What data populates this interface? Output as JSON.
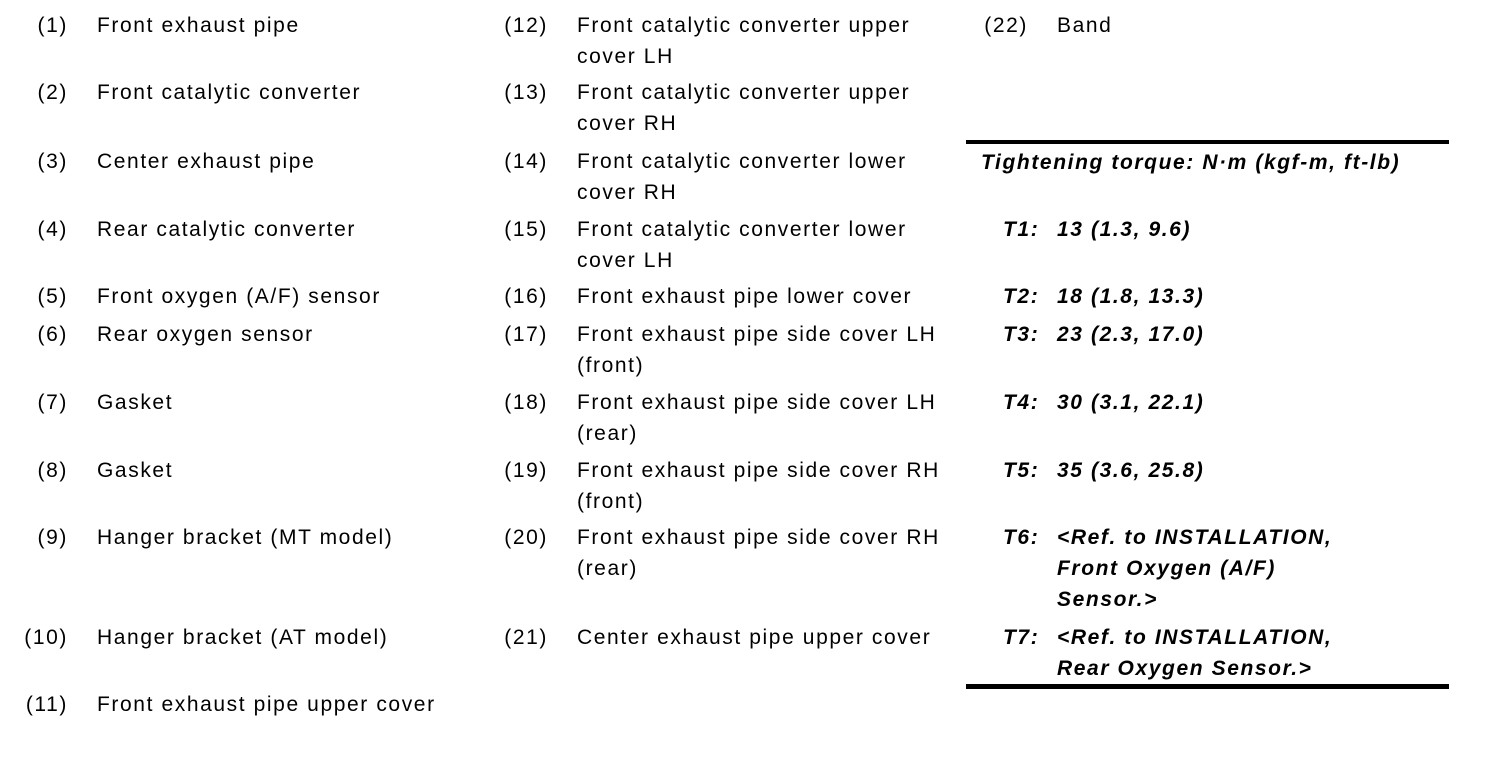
{
  "page": {
    "background_color": "#ffffff",
    "text_color": "#000000"
  },
  "parts_legend": {
    "col1": [
      {
        "num": "(1)",
        "lines": [
          "Front exhaust pipe"
        ]
      },
      {
        "num": "(2)",
        "lines": [
          "Front catalytic converter"
        ]
      },
      {
        "num": "(3)",
        "lines": [
          "Center exhaust pipe"
        ]
      },
      {
        "num": "(4)",
        "lines": [
          "Rear catalytic converter"
        ]
      },
      {
        "num": "(5)",
        "lines": [
          "Front oxygen (A/F) sensor"
        ]
      },
      {
        "num": "(6)",
        "lines": [
          "Rear oxygen sensor"
        ]
      },
      {
        "num": "(7)",
        "lines": [
          "Gasket"
        ]
      },
      {
        "num": "(8)",
        "lines": [
          "Gasket"
        ]
      },
      {
        "num": "(9)",
        "lines": [
          "Hanger bracket (MT model)"
        ]
      },
      {
        "num": "(10)",
        "lines": [
          "Hanger bracket (AT model)"
        ]
      },
      {
        "num": "(11)",
        "lines": [
          "Front exhaust pipe upper cover"
        ]
      }
    ],
    "col2": [
      {
        "num": "(12)",
        "lines": [
          "Front catalytic converter upper",
          "cover LH"
        ]
      },
      {
        "num": "(13)",
        "lines": [
          "Front catalytic converter upper",
          "cover RH"
        ]
      },
      {
        "num": "(14)",
        "lines": [
          "Front catalytic converter lower",
          "cover RH"
        ]
      },
      {
        "num": "(15)",
        "lines": [
          "Front catalytic converter lower",
          "cover LH"
        ]
      },
      {
        "num": "(16)",
        "lines": [
          "Front exhaust pipe lower cover"
        ]
      },
      {
        "num": "(17)",
        "lines": [
          "Front exhaust pipe side cover LH",
          "(front)"
        ]
      },
      {
        "num": "(18)",
        "lines": [
          "Front exhaust pipe side cover LH",
          "(rear)"
        ]
      },
      {
        "num": "(19)",
        "lines": [
          "Front exhaust pipe side cover RH",
          "(front)"
        ]
      },
      {
        "num": "(20)",
        "lines": [
          "Front exhaust pipe side cover RH",
          "(rear)"
        ]
      },
      {
        "num": "(21)",
        "lines": [
          "Center exhaust pipe upper cover"
        ]
      }
    ],
    "col3": [
      {
        "num": "(22)",
        "lines": [
          "Band"
        ]
      }
    ]
  },
  "torque_spec": {
    "title": "Tightening torque: N·m (kgf-m, ft-lb)",
    "entries": [
      {
        "id": "T1:",
        "lines": [
          "13 (1.3, 9.6)"
        ]
      },
      {
        "id": "T2:",
        "lines": [
          "18 (1.8, 13.3)"
        ]
      },
      {
        "id": "T3:",
        "lines": [
          "23 (2.3, 17.0)"
        ]
      },
      {
        "id": "T4:",
        "lines": [
          "30 (3.1, 22.1)"
        ]
      },
      {
        "id": "T5:",
        "lines": [
          "35 (3.6, 25.8)"
        ]
      },
      {
        "id": "T6:",
        "lines": [
          "<Ref. to INSTALLATION,",
          "Front Oxygen (A/F)",
          "Sensor.>"
        ]
      },
      {
        "id": "T7:",
        "lines": [
          "<Ref. to INSTALLATION,",
          "Rear Oxygen Sensor.>"
        ]
      }
    ]
  }
}
